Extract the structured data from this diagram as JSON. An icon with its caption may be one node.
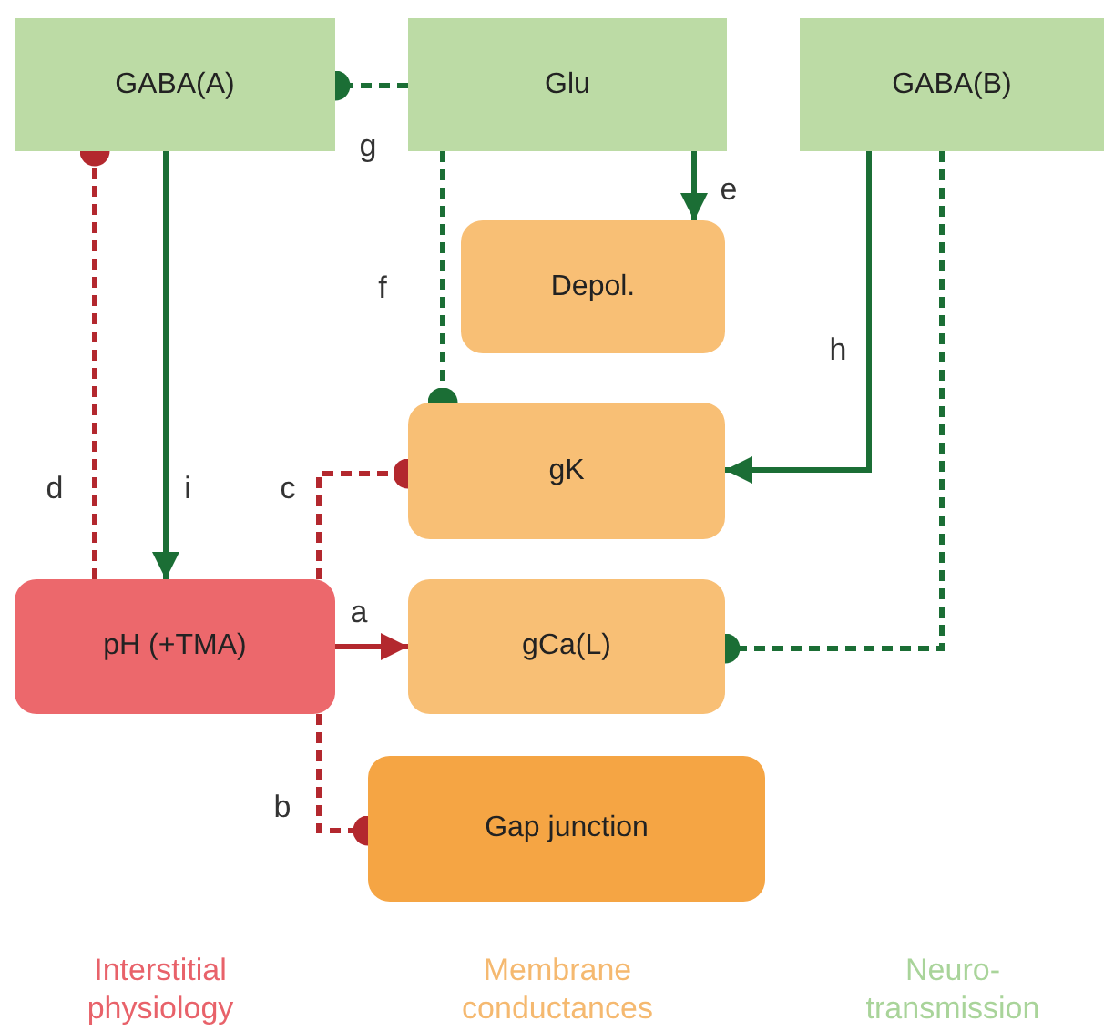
{
  "diagram": {
    "nodes": [
      {
        "text": [
          "GABA(A)"
        ]
      },
      {
        "text": [
          "Glu"
        ]
      },
      {
        "text": [
          "GABA(B)"
        ]
      },
      {
        "text": [
          "Depol."
        ]
      },
      {
        "text": [
          "gK"
        ]
      },
      {
        "text": [
          "pH (+TMA)"
        ]
      },
      {
        "text": [
          "gCa(L)"
        ]
      },
      {
        "text": [
          "Gap junction"
        ]
      }
    ],
    "edges": [
      {
        "from": 5,
        "to": 6,
        "arrow": "to",
        "label": "a",
        "color": "#b3282e"
      },
      {
        "from": 5,
        "to": 7,
        "arrow": "other",
        "label": "b",
        "style": "dashed",
        "color": "#b3282e"
      },
      {
        "from": 5,
        "to": 4,
        "arrow": "other",
        "label": "c",
        "style": "dashed",
        "color": "#b3282e"
      },
      {
        "from": 5,
        "to": 0,
        "arrow": "other",
        "label": "d",
        "style": "dashed",
        "color": "#b3282e"
      },
      {
        "from": 1,
        "to": 3,
        "arrow": "to",
        "label": "e"
      },
      {
        "from": 1,
        "to": 4,
        "arrow": "other",
        "label": "f",
        "style": "dashed"
      },
      {
        "from": 1,
        "to": 0,
        "arrow": "other",
        "label": "g",
        "style": "dashed"
      },
      {
        "from": 2,
        "to": 4,
        "arrow": "to",
        "label": "h"
      },
      {
        "from": 0,
        "to": 5,
        "arrow": "to",
        "label": "i"
      },
      {
        "from": 2,
        "to": 6,
        "arrow": "other",
        "style": "dashed"
      }
    ],
    "labels": [
      "Interstitial physiology",
      "Membrane conductances",
      "Neuro-transmission"
    ]
  }
}
